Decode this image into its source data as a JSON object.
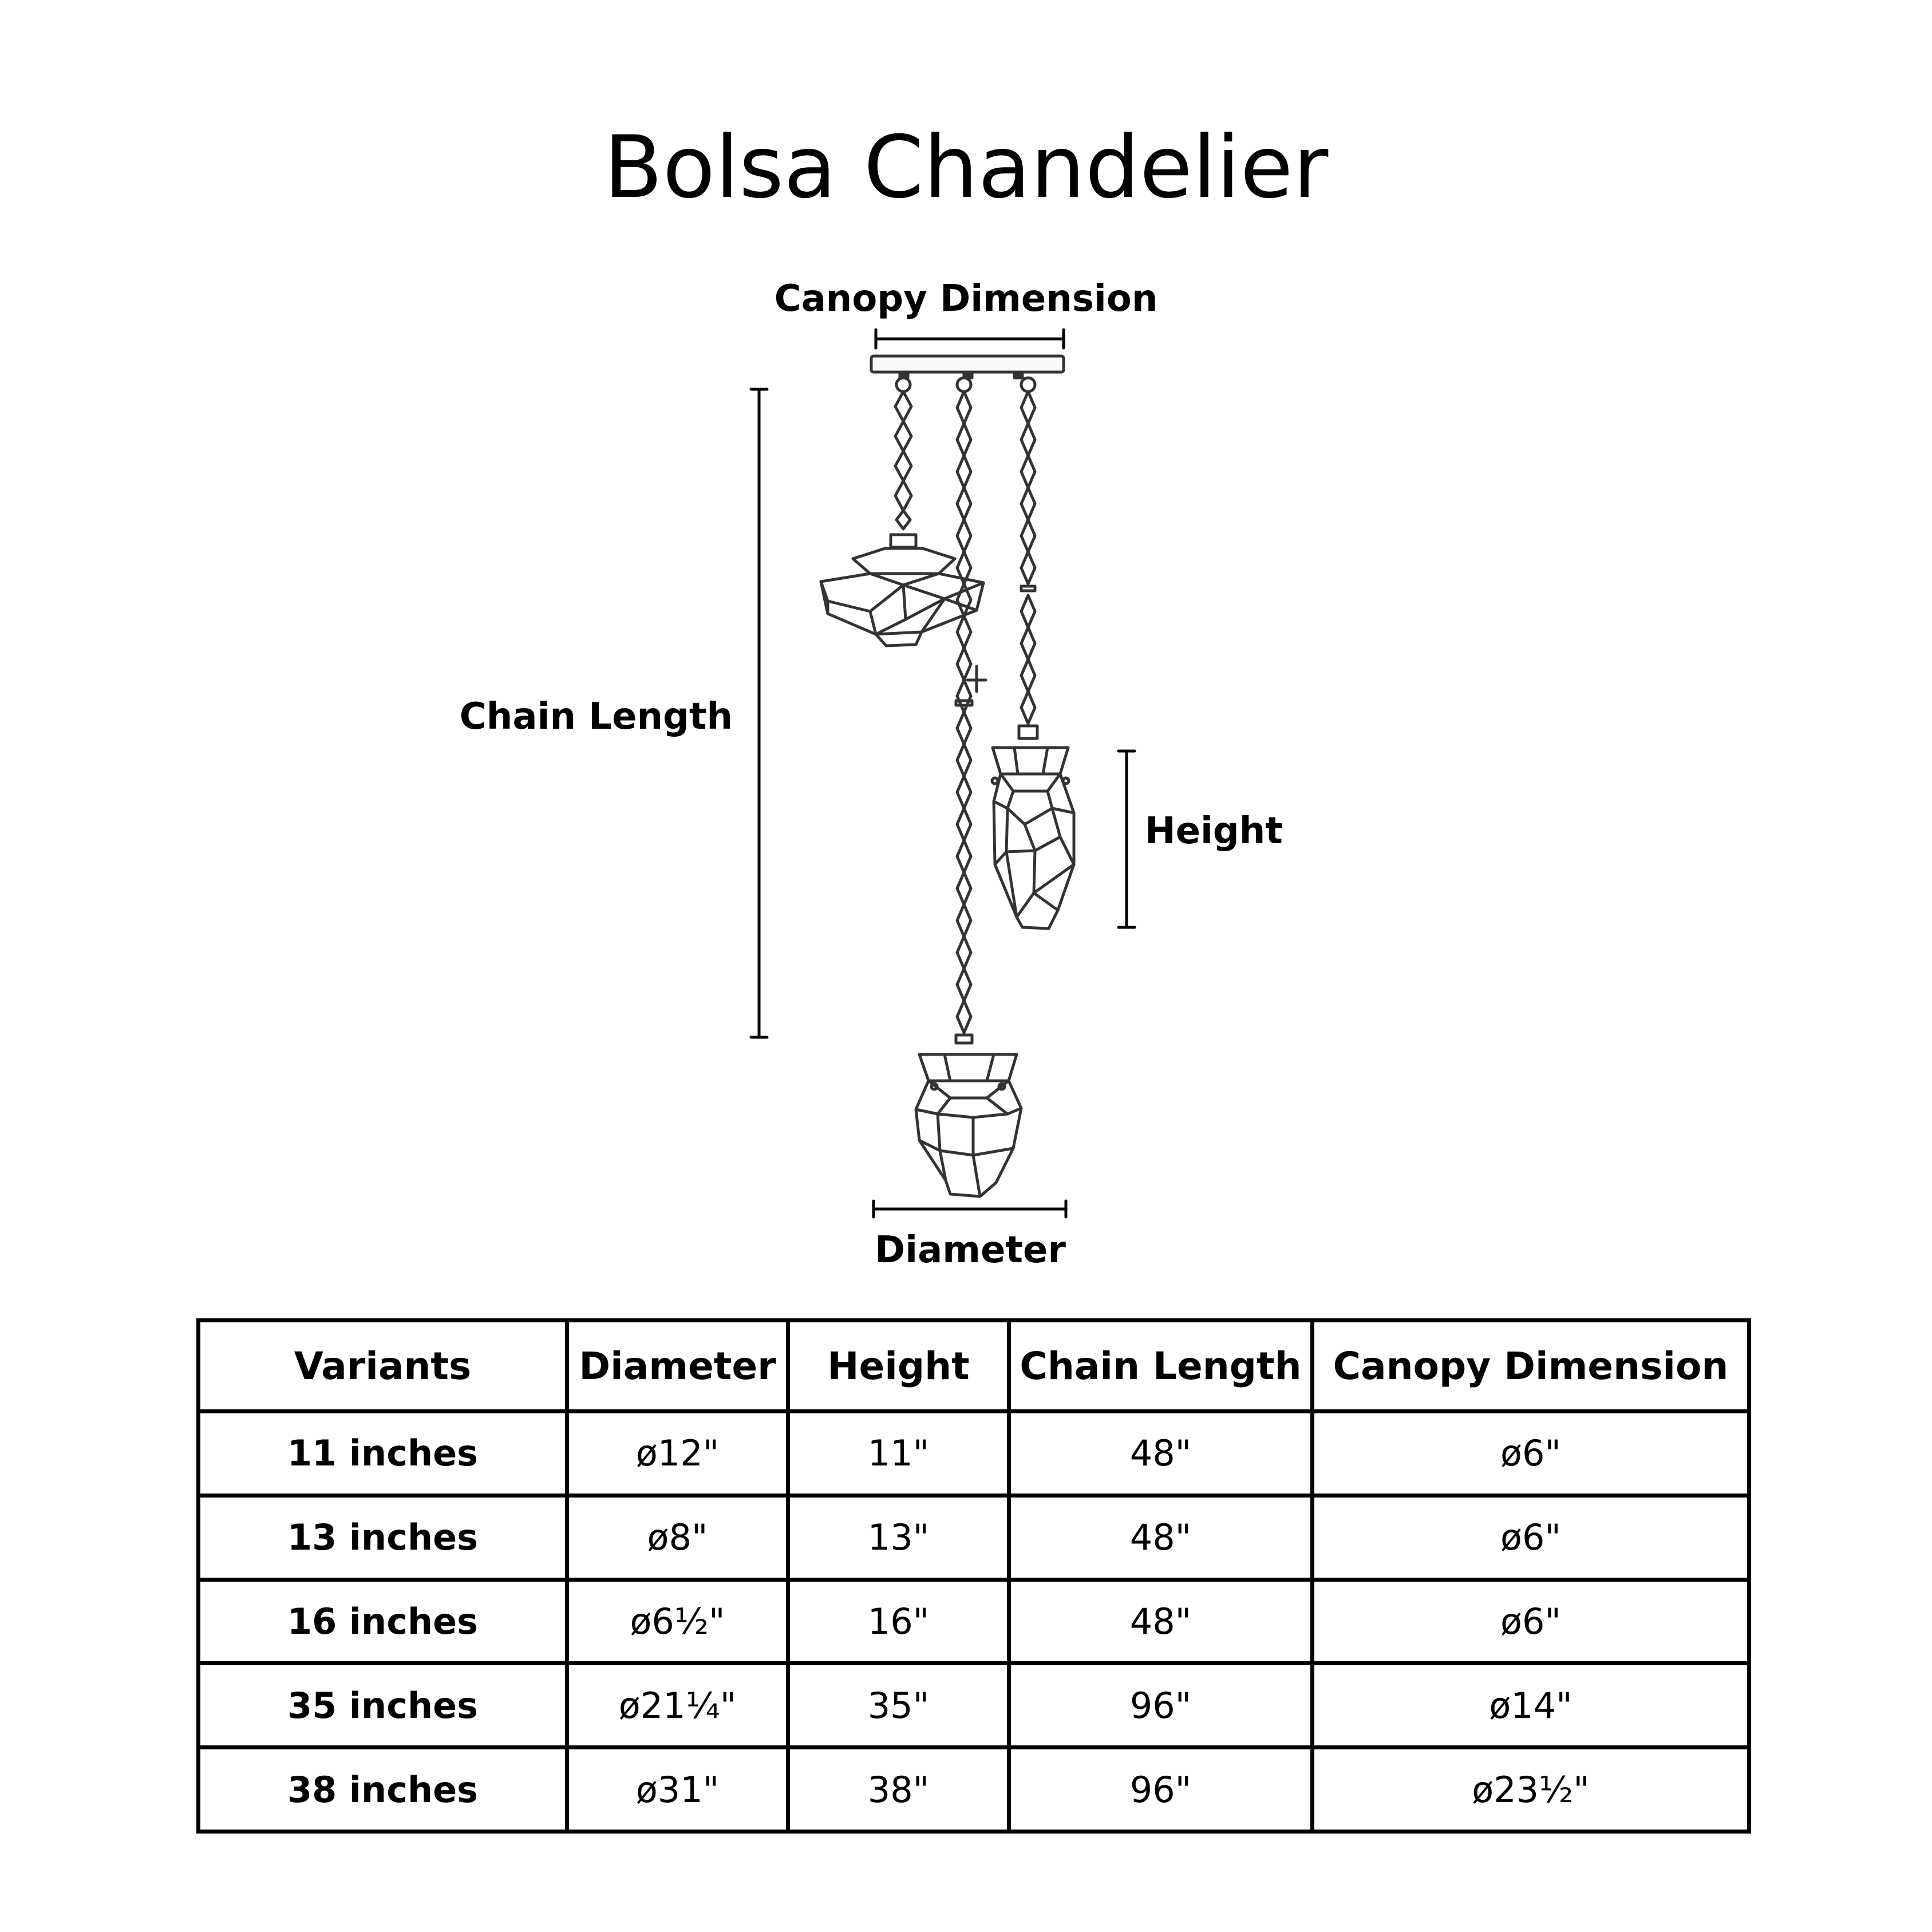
{
  "title": "Bolsa Chandelier",
  "diagram": {
    "labels": {
      "canopy": "Canopy Dimension",
      "chain": "Chain Length",
      "height": "Height",
      "diameter": "Diameter"
    },
    "line_color": "#333333"
  },
  "table": {
    "headers": [
      "Variants",
      "Diameter",
      "Height",
      "Chain Length",
      "Canopy Dimension"
    ],
    "rows": [
      [
        "11 inches",
        "ø12\"",
        "11\"",
        "48\"",
        "ø6\""
      ],
      [
        "13 inches",
        "ø8\"",
        "13\"",
        "48\"",
        "ø6\""
      ],
      [
        "16 inches",
        "ø6½\"",
        "16\"",
        "48\"",
        "ø6\""
      ],
      [
        "35 inches",
        "ø21¼\"",
        "35\"",
        "96\"",
        "ø14\""
      ],
      [
        "38 inches",
        "ø31\"",
        "38\"",
        "96\"",
        "ø23½\""
      ]
    ]
  }
}
